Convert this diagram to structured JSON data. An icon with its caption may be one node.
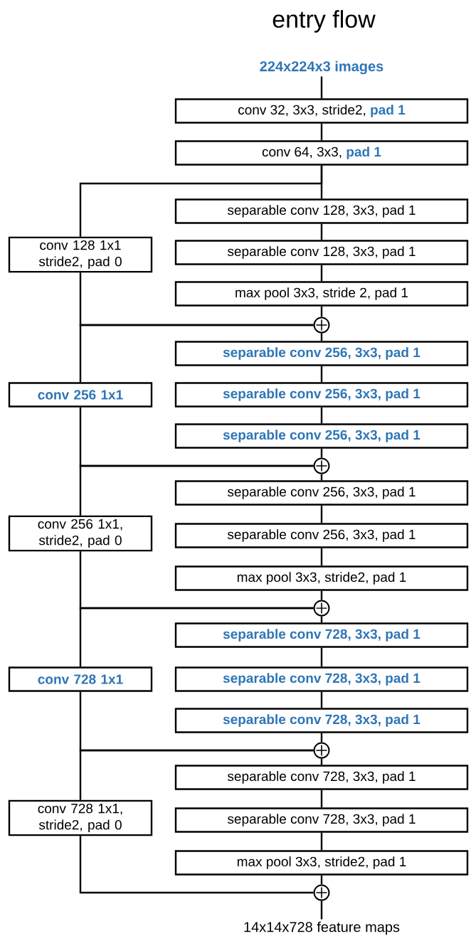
{
  "diagram": {
    "title": "entry flow",
    "nodes": [
      {
        "text": [
          "224x224x3 images"
        ]
      },
      {
        "text": [
          "conv 32, 3x3, stride2, **pad 1**"
        ]
      },
      {
        "text": [
          "conv 64, 3x3, **pad 1**"
        ]
      },
      {
        "text": [
          "separable conv 128, 3x3, pad 1"
        ]
      },
      {
        "text": [
          "conv 128 1x1 stride2, pad 0"
        ]
      },
      {
        "text": [
          "separable conv 128, 3x3, pad 1"
        ]
      },
      {
        "text": [
          "max pool 3x3, stride 2, pad 1"
        ]
      },
      {
        "text": [],
        "shape": "circle"
      },
      {
        "text": [
          "separable conv 256, 3x3, pad 1"
        ]
      },
      {
        "text": [
          "conv 256 1x1"
        ]
      },
      {
        "text": [
          "separable conv 256, 3x3, pad 1"
        ]
      },
      {
        "text": [
          "separable conv 256, 3x3, pad 1"
        ]
      },
      {
        "text": [],
        "shape": "circle"
      },
      {
        "text": [
          "separable conv 256, 3x3, pad 1"
        ]
      },
      {
        "text": [
          "conv 256 1x1, stride2, pad 0"
        ]
      },
      {
        "text": [
          "separable conv 256, 3x3, pad 1"
        ]
      },
      {
        "text": [
          "max pool 3x3, stride2, pad 1"
        ]
      },
      {
        "text": [],
        "shape": "circle"
      },
      {
        "text": [
          "separable conv 728, 3x3, pad 1"
        ]
      },
      {
        "text": [
          "conv 728 1x1"
        ]
      },
      {
        "text": [
          "separable conv 728, 3x3, pad 1"
        ]
      },
      {
        "text": [
          "separable conv 728, 3x3, pad 1"
        ]
      },
      {
        "text": [],
        "shape": "circle"
      },
      {
        "text": [
          "separable conv 728, 3x3, pad 1"
        ]
      },
      {
        "text": [
          "conv 728 1x1, stride2, pad 0"
        ]
      },
      {
        "text": [
          "separable conv 728, 3x3, pad 1"
        ]
      },
      {
        "text": [
          "max pool 3x3, stride2, pad 1"
        ]
      },
      {
        "text": [],
        "shape": "circle"
      },
      {
        "text": [
          "14x14x728 feature maps"
        ]
      }
    ],
    "edges": [
      {
        "from": 0,
        "to": 1,
        "arrow": "none"
      },
      {
        "from": 1,
        "to": 2,
        "arrow": "none"
      },
      {
        "from": 2,
        "to": 3,
        "arrow": "none"
      },
      {
        "from": 2,
        "to": 4,
        "arrow": "none"
      },
      {
        "from": 3,
        "to": 5,
        "arrow": "none"
      },
      {
        "from": 5,
        "to": 6,
        "arrow": "none"
      },
      {
        "from": 6,
        "to": 7,
        "arrow": "none"
      },
      {
        "from": 4,
        "to": 7,
        "arrow": "none"
      },
      {
        "from": 7,
        "to": 8,
        "arrow": "none"
      },
      {
        "from": 7,
        "to": 9,
        "arrow": "none"
      },
      {
        "from": 8,
        "to": 10,
        "arrow": "none"
      },
      {
        "from": 10,
        "to": 11,
        "arrow": "none"
      },
      {
        "from": 11,
        "to": 12,
        "arrow": "none"
      },
      {
        "from": 9,
        "to": 12,
        "arrow": "none"
      },
      {
        "from": 12,
        "to": 13,
        "arrow": "none"
      },
      {
        "from": 12,
        "to": 14,
        "arrow": "none"
      },
      {
        "from": 13,
        "to": 15,
        "arrow": "none"
      },
      {
        "from": 15,
        "to": 16,
        "arrow": "none"
      },
      {
        "from": 16,
        "to": 17,
        "arrow": "none"
      },
      {
        "from": 14,
        "to": 17,
        "arrow": "none"
      },
      {
        "from": 17,
        "to": 18,
        "arrow": "none"
      },
      {
        "from": 17,
        "to": 19,
        "arrow": "none"
      },
      {
        "from": 18,
        "to": 20,
        "arrow": "none"
      },
      {
        "from": 20,
        "to": 21,
        "arrow": "none"
      },
      {
        "from": 21,
        "to": 22,
        "arrow": "none"
      },
      {
        "from": 19,
        "to": 22,
        "arrow": "none"
      },
      {
        "from": 22,
        "to": 23,
        "arrow": "none"
      },
      {
        "from": 22,
        "to": 24,
        "arrow": "none"
      },
      {
        "from": 23,
        "to": 25,
        "arrow": "none"
      },
      {
        "from": 25,
        "to": 26,
        "arrow": "none"
      },
      {
        "from": 26,
        "to": 27,
        "arrow": "none"
      },
      {
        "from": 24,
        "to": 27,
        "arrow": "none"
      },
      {
        "from": 27,
        "to": 28,
        "arrow": "none"
      }
    ]
  }
}
